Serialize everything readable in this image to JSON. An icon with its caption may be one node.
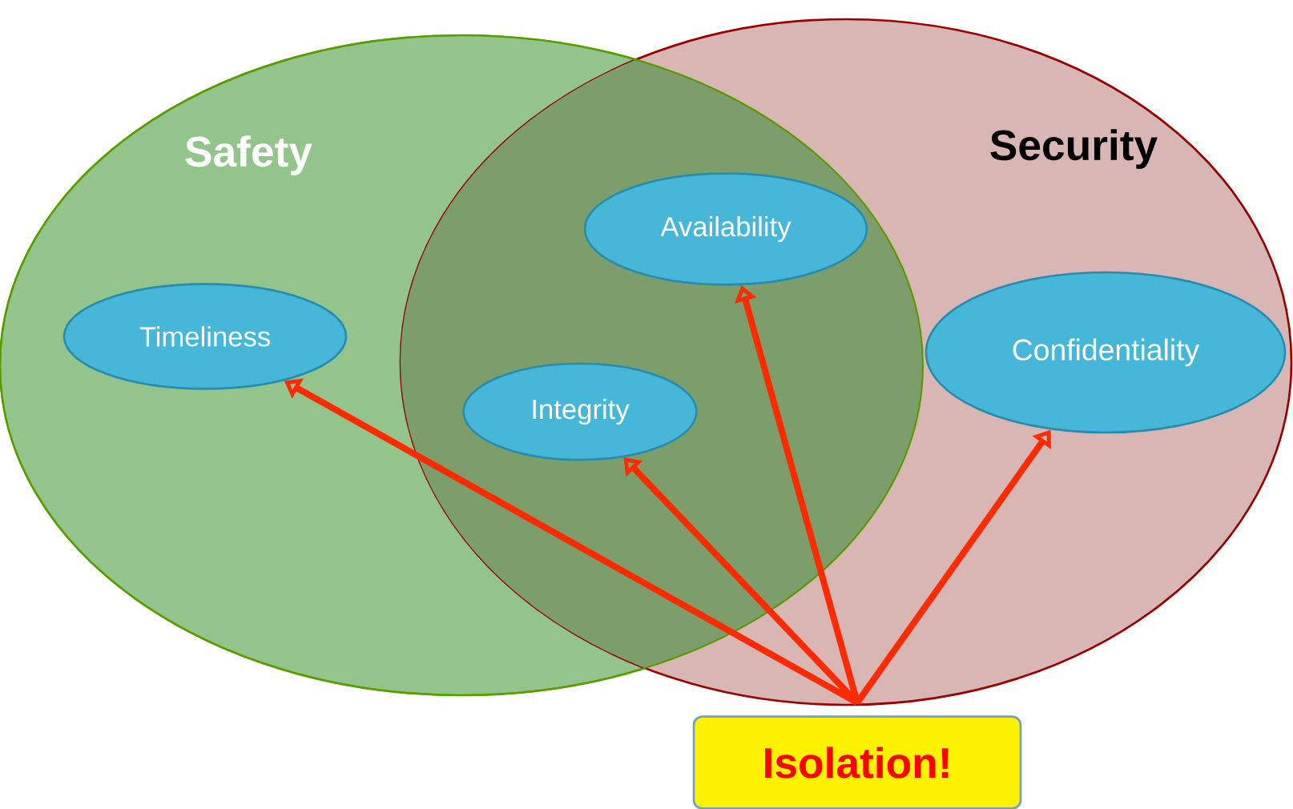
{
  "diagram": {
    "nodes": [
      {
        "text": [
          "Safety"
        ]
      },
      {
        "text": [
          "Security"
        ]
      },
      {
        "text": [
          "Timeliness"
        ],
        "in": 0
      },
      {
        "text": [
          "Availability"
        ]
      },
      {
        "text": [
          "Integrity"
        ]
      },
      {
        "text": [
          "Confidentiality"
        ],
        "in": 1
      },
      {
        "text": [
          "Isolation!"
        ]
      }
    ],
    "edges": [
      {
        "from": 6,
        "to": 2,
        "arrow": "to"
      },
      {
        "from": 6,
        "to": 4,
        "arrow": "to"
      },
      {
        "from": 6,
        "to": 3,
        "arrow": "to"
      },
      {
        "from": 6,
        "to": 5,
        "arrow": "to"
      }
    ]
  }
}
